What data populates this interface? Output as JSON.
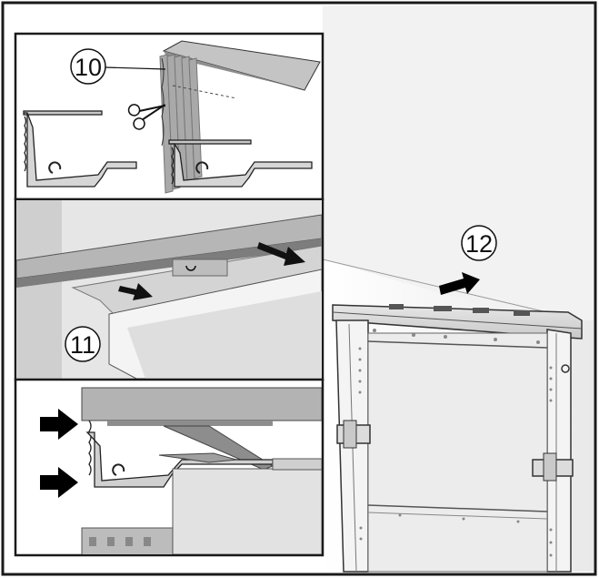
{
  "callouts": {
    "step_10": "10",
    "step_11": "11",
    "step_12": "12"
  },
  "colors": {
    "frame": "#1a1a1a",
    "background": "#ffffff",
    "wall_light": "#f0f0f0",
    "wall_shade": "#d8d8d8",
    "panel_gray": "#bdbdbd",
    "dark_gray": "#6e6e6e",
    "arrow": "#000000"
  },
  "icons": {
    "scissors": "scissors-icon",
    "push_arrow": "push-arrow-icon"
  }
}
